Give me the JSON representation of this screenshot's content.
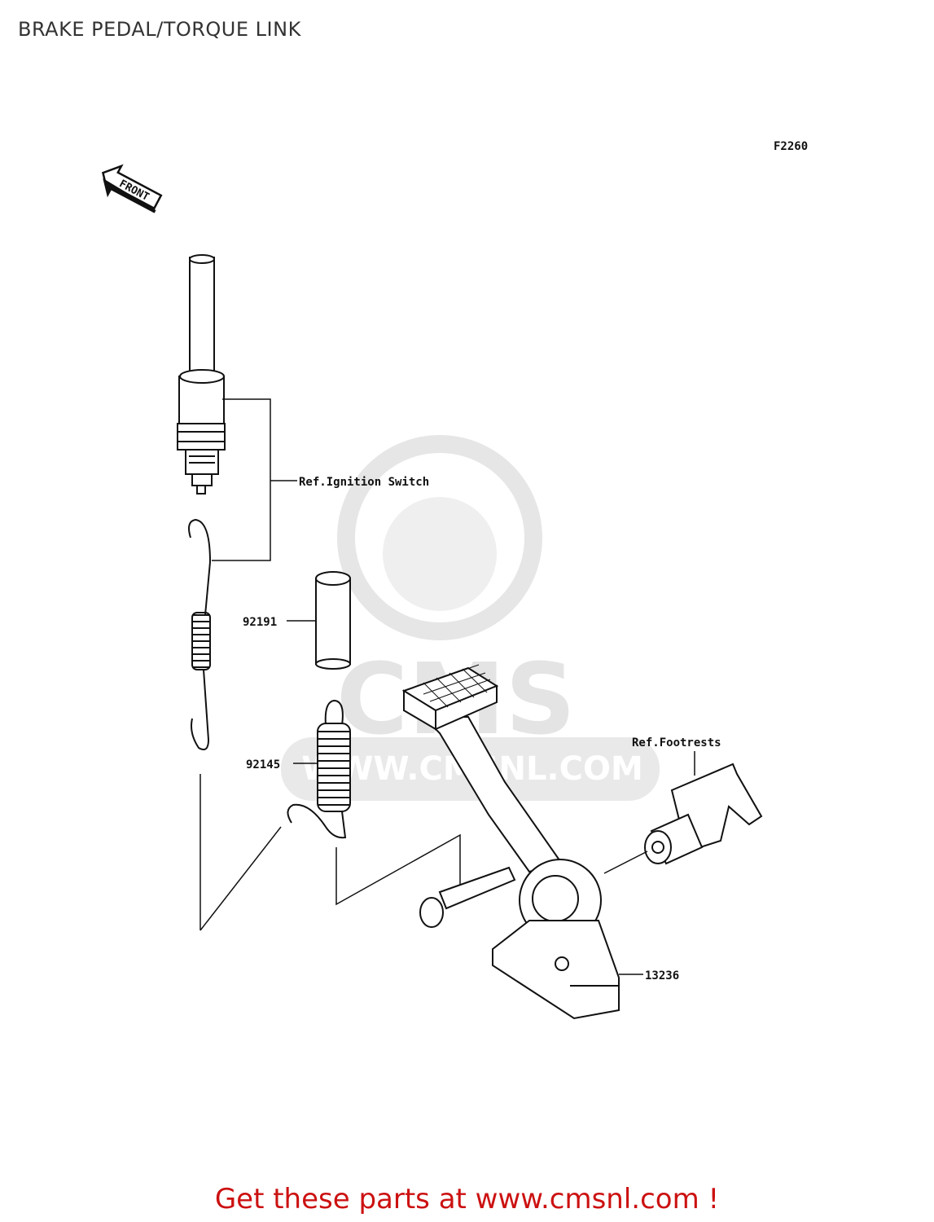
{
  "title": "BRAKE PEDAL/TORQUE LINK",
  "figure_code": "F2260",
  "front_arrow_label": "FRONT",
  "labels": {
    "ignition_switch_ref": "Ref.Ignition Switch",
    "footrests_ref": "Ref.Footrests",
    "part_92191": "92191",
    "part_92145": "92145",
    "part_13236": "13236"
  },
  "watermark": {
    "brand": "CMS",
    "url": "WWW.CMSNL.COM"
  },
  "footer": "Get these parts at www.cmsnl.com !",
  "colors": {
    "line": "#111111",
    "watermark": "#e4e4e4",
    "footer": "#cc1111"
  }
}
